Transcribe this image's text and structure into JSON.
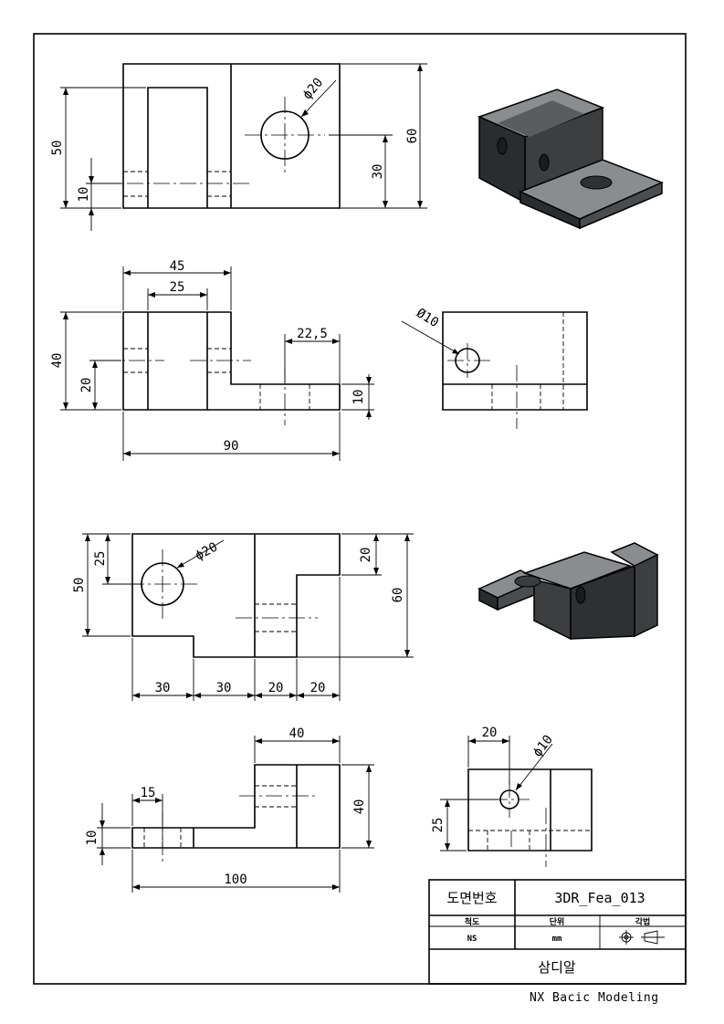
{
  "drawing_1": {
    "front": {
      "dims": {
        "d50": "50",
        "d10": "10",
        "d30": "30",
        "d60": "60",
        "phi20": "ϕ20"
      }
    },
    "top": {
      "dims": {
        "d45": "45",
        "d25": "25",
        "d22_5": "22,5",
        "d40": "40",
        "d20": "20",
        "d10": "10",
        "d90": "90"
      }
    },
    "side": {
      "dims": {
        "phi10": "Ø10"
      }
    }
  },
  "drawing_2": {
    "front": {
      "dims": {
        "d25": "25",
        "d50": "50",
        "d20": "20",
        "d60": "60",
        "phi20": "ϕ20",
        "d30a": "30",
        "d30b": "30",
        "d20a": "20",
        "d20b": "20"
      }
    },
    "top": {
      "dims": {
        "d40": "40",
        "d15": "15",
        "d10": "10",
        "d40b": "40",
        "d100": "100"
      }
    },
    "side": {
      "dims": {
        "d20": "20",
        "phi10": "ϕ10",
        "d25": "25"
      }
    }
  },
  "title_block": {
    "drawing_no_label": "도면번호",
    "drawing_no": "3DR_Fea_013",
    "scale_label": "척도",
    "unit_label": "단위",
    "projection_label": "각법",
    "scale": "NS",
    "unit": "mm",
    "company": "삼디알"
  },
  "footer": "NX Bacic Modeling",
  "colors": {
    "model_face_top": "#8a8c8e",
    "model_face_front": "#4a4c4e",
    "model_face_side": "#2e3032",
    "line": "#000000"
  }
}
